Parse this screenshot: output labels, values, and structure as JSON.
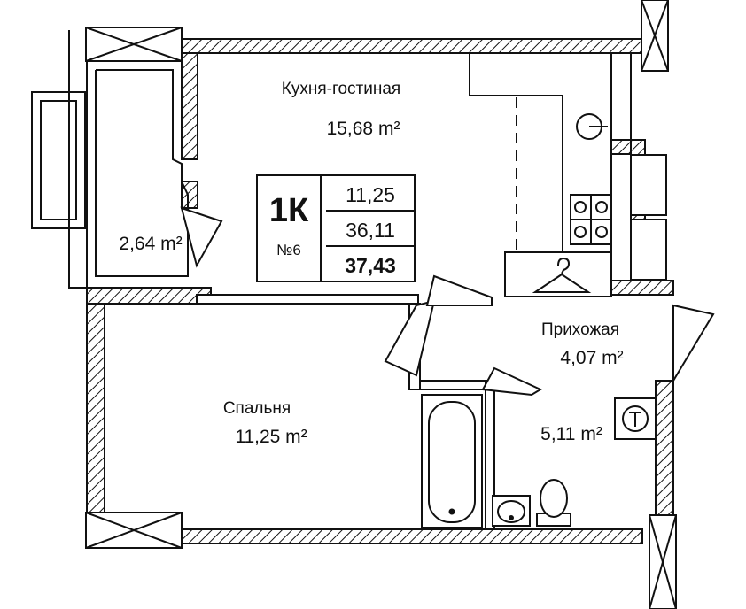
{
  "apartment": {
    "type_label": "1К",
    "number_label": "№6",
    "living_area": "11,25",
    "total_area_no_balcony": "36,11",
    "total_area": "37,43"
  },
  "rooms": {
    "kitchen": {
      "name": "Кухня-гостиная",
      "area": "15,68 m²"
    },
    "balcony": {
      "name": "",
      "area": "2,64 m²"
    },
    "hallway": {
      "name": "Прихожая",
      "area": "4,07 m²"
    },
    "bedroom": {
      "name": "Спальня",
      "area": "11,25 m²"
    },
    "bathroom": {
      "name": "",
      "area": "5,11 m²"
    }
  },
  "colors": {
    "wall_line": "#111111",
    "hatch": "#111111",
    "background": "#ffffff"
  },
  "icons": [
    "wardrobe-hanger-icon",
    "boiler-icon",
    "stove-icon",
    "water-heater-icon",
    "bathtub-icon",
    "sink-icon",
    "toilet-icon"
  ]
}
